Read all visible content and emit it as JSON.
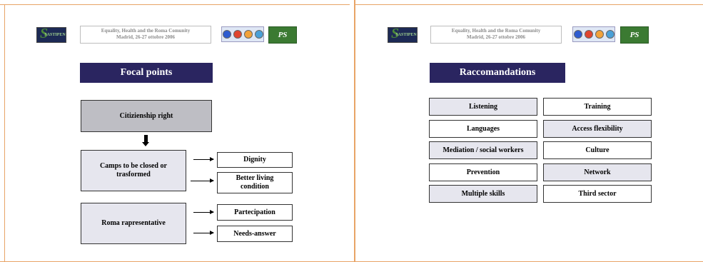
{
  "header": {
    "line1": "Equality, Health and the Roma Comunity",
    "line2": "Madrid, 26-27 ottobre 2006",
    "logo_left_text": "SASTIPEN",
    "logo_left_letter": "S",
    "logo_right_text": "PS"
  },
  "colors": {
    "title_bar": "#2a2560",
    "frame": "#e8a466",
    "grey_box": "#e6e6ee",
    "dark_box": "#bebec4"
  },
  "left_slide": {
    "title": "Focal points",
    "citizenship": "Citizienship right",
    "camps": "Camps to be closed or trasformed",
    "roma": "Roma rapresentative",
    "dignity": "Dignity",
    "better_living": "Better living condition",
    "participation": "Partecipation",
    "needs": "Needs-answer"
  },
  "right_slide": {
    "title": "Raccomandations",
    "left_column": [
      "Listening",
      "Languages",
      "Mediation / social workers",
      "Prevention",
      "Multiple skills"
    ],
    "right_column": [
      "Training",
      "Access flexibility",
      "Culture",
      "Network",
      "Third sector"
    ]
  }
}
